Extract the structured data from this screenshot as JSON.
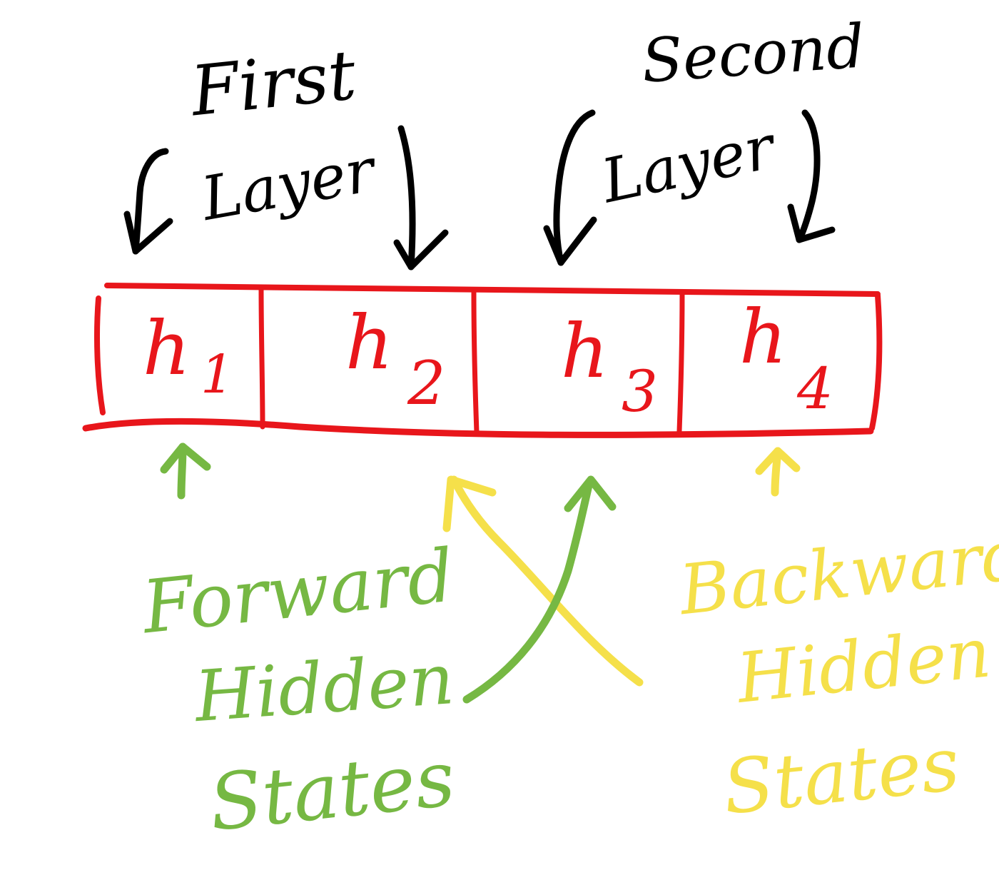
{
  "layers": {
    "first": {
      "line1": "First",
      "line2": "Layer"
    },
    "second": {
      "line1": "Second",
      "line2": "Layer"
    }
  },
  "cells": [
    {
      "base": "h",
      "sub": "1"
    },
    {
      "base": "h",
      "sub": "2"
    },
    {
      "base": "h",
      "sub": "3"
    },
    {
      "base": "h",
      "sub": "4"
    }
  ],
  "forward": {
    "line1": "Forward",
    "line2": "Hidden",
    "line3": "States"
  },
  "backward": {
    "line1": "Backward",
    "line2": "Hidden",
    "line3": "States"
  },
  "colors": {
    "black": "#000000",
    "red": "#e8161b",
    "green": "#76b843",
    "yellow": "#f5e04a"
  }
}
